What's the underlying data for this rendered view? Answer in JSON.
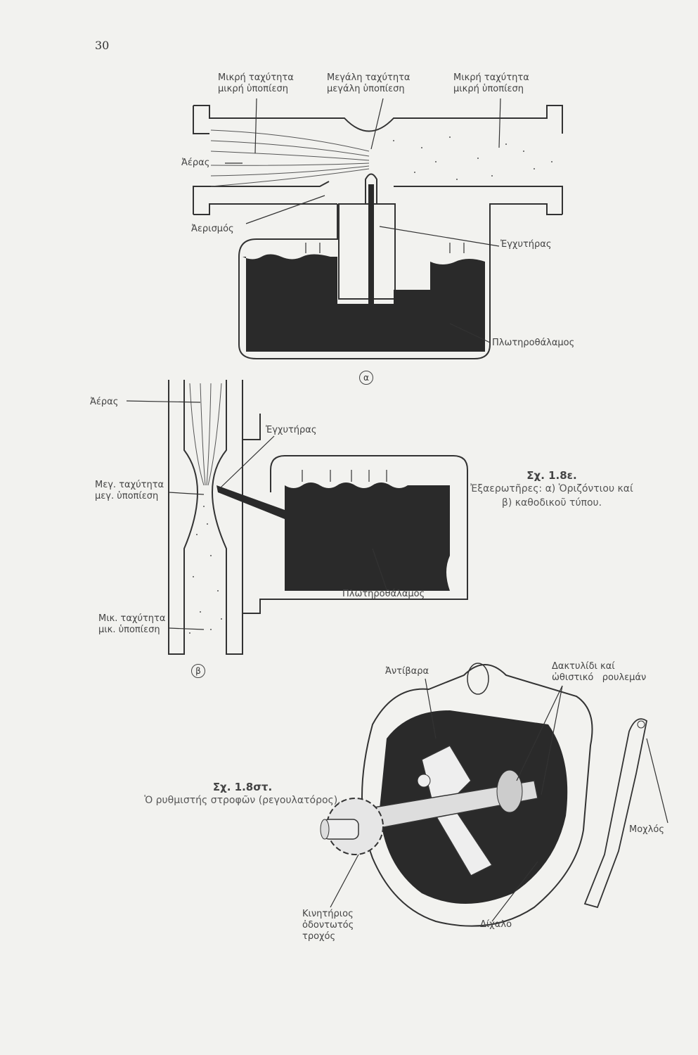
{
  "page_number": "30",
  "figure_a": {
    "label_low_speed_left": [
      "Μικρή ταχύτητα",
      "μικρή ὑποπίεση"
    ],
    "label_high_speed": [
      "Μεγάλη ταχύτητα",
      "μεγάλη ὑποπίεση"
    ],
    "label_low_speed_right": [
      "Μικρή ταχύτητα",
      "μικρή ὑποπίεση"
    ],
    "air": "Ἀέρας",
    "aeration": "Ἀερισμός",
    "jet": "Ἐγχυτήρας",
    "float_chamber": "Πλωτηροθάλαμος",
    "marker": "α"
  },
  "figure_b": {
    "air": "Ἀέρας",
    "jet": "Ἐγχυτήρας",
    "high_speed": [
      "Μεγ. ταχύτητα",
      "μεγ. ὑποπίεση"
    ],
    "low_speed": [
      "Μικ. ταχύτητα",
      "μικ. ὑποπίεση"
    ],
    "float_chamber": "Πλωτηροθάλαμος",
    "marker": "β"
  },
  "caption_18e": {
    "title": "Σχ. 1.8ε.",
    "text": [
      "Ἐξαερωτῆρες: α) Ὁριζόντιου καί",
      "β) καθοδικοῦ τύπου."
    ]
  },
  "figure_regulator": {
    "counterweight": "Ἀντίβαρα",
    "ring_bearing": [
      "Δακτυλίδι καί",
      "ὠθιστικό",
      "ρουλεμάν"
    ],
    "lever": "Μοχλός",
    "drive_gear": [
      "Κινητήριος",
      "ὀδοντωτός",
      "τροχός"
    ],
    "fork": "Δίχαλο"
  },
  "caption_18st": {
    "title": "Σχ. 1.8στ.",
    "text": "Ὁ ρυθμιστής στροφῶν (ρεγουλατόρος)."
  }
}
